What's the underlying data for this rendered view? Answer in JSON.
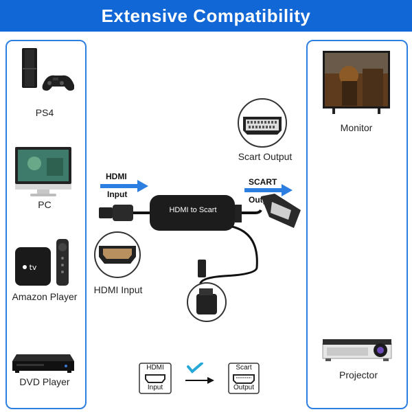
{
  "banner": {
    "title": "Extensive Compatibility"
  },
  "sources": [
    {
      "label": "PS4",
      "icon": "ps4-console-icon"
    },
    {
      "label": "PC",
      "icon": "pc-monitor-icon"
    },
    {
      "label": "Amazon Player",
      "icon": "amazon-tv-box-icon"
    },
    {
      "label": "DVD Player",
      "icon": "dvd-player-icon"
    }
  ],
  "center": {
    "hdmi_arrow_line1": "HDMI",
    "hdmi_arrow_line2": "Input",
    "scart_arrow_line1": "SCART",
    "scart_arrow_line2": "Output",
    "converter_label": "HDMI to Scart",
    "hdmi_input_caption": "HDMI Input",
    "scart_output_caption": "Scart Output",
    "legend_hdmi_line1": "HDMI",
    "legend_hdmi_line2": "Input",
    "legend_scart_line1": "Scart",
    "legend_scart_line2": "Output"
  },
  "outputs": [
    {
      "label": "Monitor",
      "icon": "monitor-icon"
    },
    {
      "label": "Projector",
      "icon": "projector-icon"
    }
  ],
  "colors": {
    "banner": "#1267d6",
    "panel_border": "#2c7fe0",
    "arrow": "#2c7fe0",
    "check": "#26a8d8"
  }
}
